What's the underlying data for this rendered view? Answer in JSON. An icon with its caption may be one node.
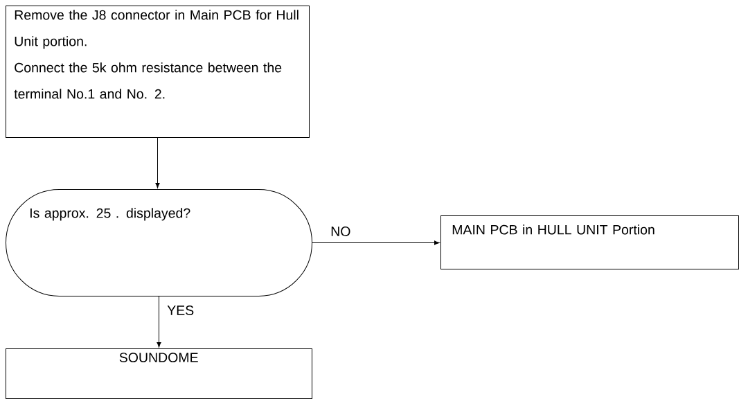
{
  "diagram": {
    "nodes": [
      {
        "text": [
          "Remove the J8 connector in Main PCB for Hull Unit portion.",
          "Connect the 5k ohm resistance between the terminal No.1 and No. 2."
        ]
      },
      {
        "text": [
          "Is approx. 25 . displayed?"
        ]
      },
      {
        "text": [
          "MAIN PCB in HULL UNIT Portion"
        ]
      },
      {
        "text": [
          "SOUNDOME"
        ]
      }
    ],
    "edges": [
      {
        "from": 0,
        "to": 1,
        "arrow": "to"
      },
      {
        "from": 1,
        "to": 2,
        "arrow": "to",
        "label": "NO"
      },
      {
        "from": 1,
        "to": 3,
        "arrow": "to",
        "label": "YES"
      }
    ]
  }
}
